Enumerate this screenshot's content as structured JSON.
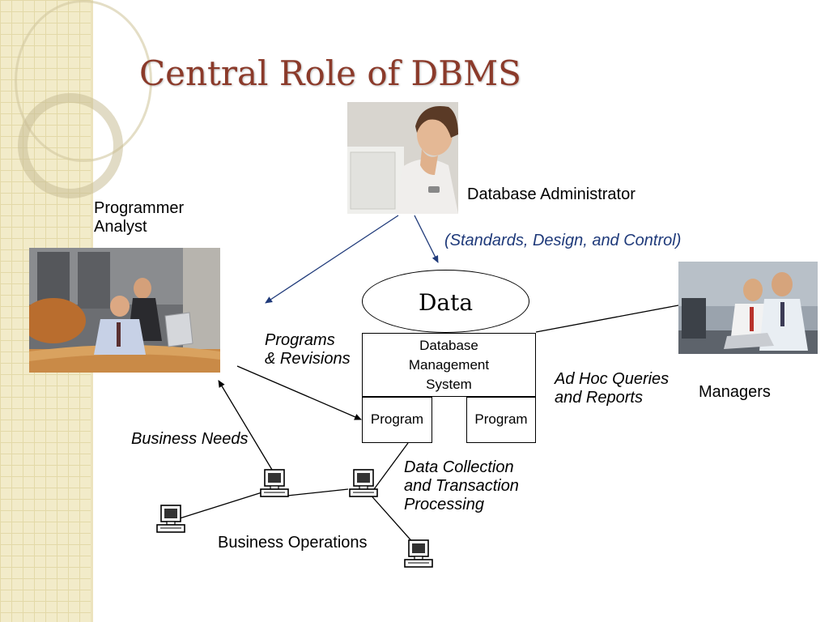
{
  "slide": {
    "title": "Central Role of DBMS"
  },
  "labels": {
    "dba": "Database Administrator",
    "standards": "(Standards, Design, and Control)",
    "programmer_line1": "Programmer",
    "programmer_line2": "Analyst",
    "data": "Data",
    "dbms_line1": "Database",
    "dbms_line2": "Management",
    "dbms_line3": "System",
    "program_left": "Program",
    "program_right": "Program",
    "programs_line1": "Programs",
    "programs_line2": "& Revisions",
    "adhoc_line1": "Ad Hoc Queries",
    "adhoc_line2": "and Reports",
    "managers": "Managers",
    "business_needs": "Business Needs",
    "datacoll_line1": "Data Collection",
    "datacoll_line2": "and Transaction",
    "datacoll_line3": "Processing",
    "business_operations": "Business Operations"
  },
  "colors": {
    "title": "#8b3a2a",
    "italic_blue": "#1f3a7a",
    "arrow_blue": "#1f3a7a"
  }
}
